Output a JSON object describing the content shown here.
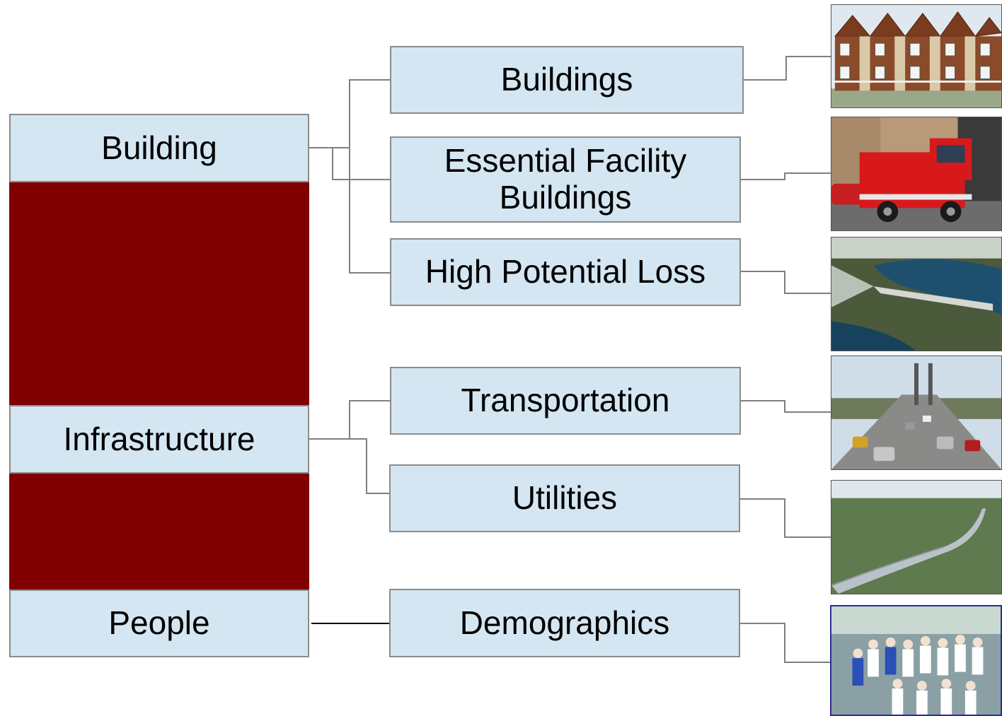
{
  "categories": {
    "building": "Building",
    "infrastructure": "Infrastructure",
    "people": "People"
  },
  "subcategories": {
    "buildings": "Buildings",
    "essential_facility": "Essential Facility Buildings",
    "high_potential_loss": "High Potential Loss",
    "transportation": "Transportation",
    "utilities": "Utilities",
    "demographics": "Demographics"
  },
  "photos": {
    "buildings": "townhouse-icon",
    "essential_facility": "fire-truck-icon",
    "high_potential_loss": "dam-icon",
    "transportation": "highway-bridge-icon",
    "utilities": "pipeline-icon",
    "demographics": "group-of-people-icon"
  },
  "colors": {
    "box_fill": "#d4e6f2",
    "box_border": "#8c8c8c",
    "spacer_fill": "#800000",
    "connector": "#7f7f7f"
  }
}
